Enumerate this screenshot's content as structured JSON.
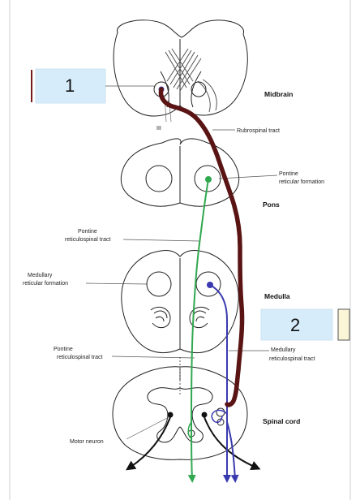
{
  "regions": {
    "midbrain": "Midbrain",
    "pons": "Pons",
    "medulla": "Medulla",
    "spinal_cord": "Spinal cord"
  },
  "labels": {
    "rubrospinal": "Rubrospinal tract",
    "pontine_rf_1": "Pontine",
    "pontine_rf_2": "reticular formation",
    "pontine_rst_1_a": "Pontine",
    "pontine_rst_1_b": "reticulospinal tract",
    "medullary_rf_1": "Medullary",
    "medullary_rf_2": "reticular formation",
    "pontine_rst_2_a": "Pontine",
    "pontine_rst_2_b": "reticulospinal tract",
    "medullary_rst_1": "Medullary",
    "medullary_rst_2": "reticulospinal tract",
    "motor_neuron": "Motor neuron",
    "nerve_III": "III"
  },
  "answer_boxes": [
    {
      "label": "1"
    },
    {
      "label": "2"
    }
  ],
  "colors": {
    "rubrospinal_tract": "#5a1414",
    "pontine_tract": "#2fa84f",
    "medullary_tract": "#3a3ab0",
    "answer_box_fill": "#d6ecfa",
    "outline": "#222222"
  }
}
